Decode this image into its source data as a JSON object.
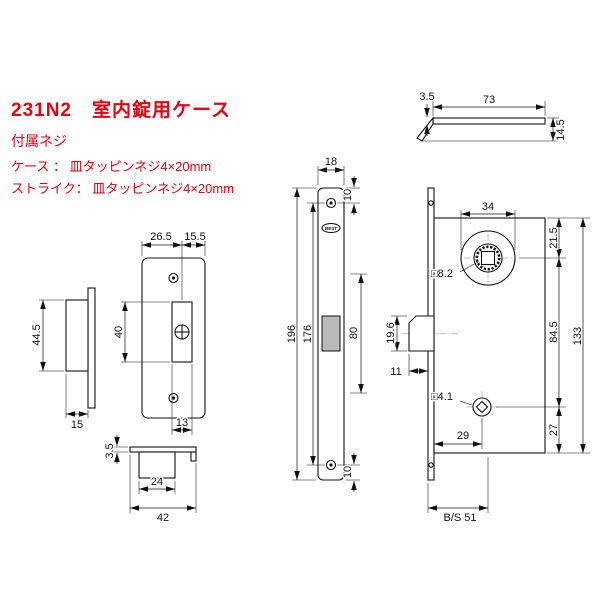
{
  "title": "231N2　室内錠用ケース",
  "notes": {
    "heading": "付属ネジ",
    "case_screw": "ケース ： 皿タッピンネジ4×20mm",
    "strike_screw": "ストライク： 皿タッピンネジ4×20mm"
  },
  "brand": "BEST",
  "colors": {
    "accent": "#e60012",
    "line": "#111111"
  },
  "views": {
    "top_view": {
      "plate_thickness": "3.5",
      "case_depth": "73",
      "overall_height": "14.5"
    },
    "faceplate": {
      "width": "18",
      "top_hole_offset": "10",
      "overall_length": "196",
      "hole_pitch": "176",
      "latch_span": "80",
      "bottom_hole_offset": "10"
    },
    "lock_case": {
      "hub_boss_dia": "34",
      "top_to_hub": "21.5",
      "hub_square": "□8.2",
      "hub_pitch": "84.5",
      "case_height": "133",
      "latch_height": "19.6",
      "latch_projection": "11",
      "turn_square": "□4.1",
      "bottom_to_turn": "27",
      "turn_offset": "29",
      "backset": "B/S 51"
    },
    "strike_front": {
      "width_left": "26.5",
      "width_right": "15.5",
      "opening_height": "40",
      "opening_width": "13"
    },
    "strike_side": {
      "box_height": "44.5",
      "box_depth": "15"
    },
    "dust_box": {
      "plate_thickness": "3.5",
      "box_width": "24",
      "overall_width": "42"
    }
  }
}
